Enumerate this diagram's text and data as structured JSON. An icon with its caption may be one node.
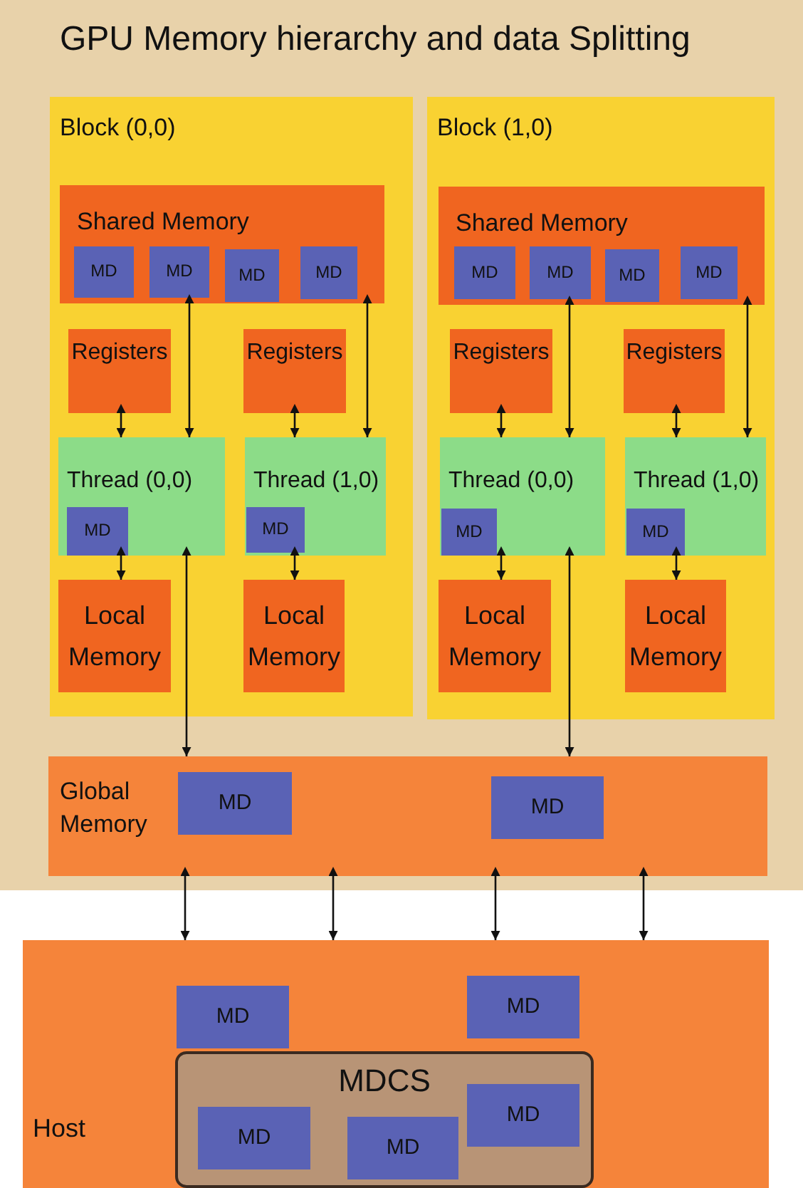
{
  "diagram": {
    "nodes": [
      {
        "text": [
          "GPU Memory hierarchy and data Splitting"
        ]
      },
      {
        "text": [
          "Block (0,0)"
        ],
        "in": 0
      },
      {
        "text": [
          "Shared Memory"
        ],
        "in": 1
      },
      {
        "text": [
          "MD"
        ],
        "in": 2
      },
      {
        "text": [
          "MD"
        ],
        "in": 2
      },
      {
        "text": [
          "MD"
        ],
        "in": 2
      },
      {
        "text": [
          "MD"
        ],
        "in": 2
      },
      {
        "text": [
          "Registers"
        ],
        "in": 1
      },
      {
        "text": [
          "Registers"
        ],
        "in": 1
      },
      {
        "text": [
          "Thread (0,0)"
        ],
        "in": 1
      },
      {
        "text": [
          "MD"
        ],
        "in": 9
      },
      {
        "text": [
          "Thread (1,0)"
        ],
        "in": 1
      },
      {
        "text": [
          "MD"
        ],
        "in": 11
      },
      {
        "text": [
          "Local Memory"
        ],
        "in": 1
      },
      {
        "text": [
          "Local Memory"
        ],
        "in": 1
      },
      {
        "text": [
          "Block (1,0)"
        ],
        "in": 0
      },
      {
        "text": [
          "Shared Memory"
        ],
        "in": 15
      },
      {
        "text": [
          "MD"
        ],
        "in": 16
      },
      {
        "text": [
          "MD"
        ],
        "in": 16
      },
      {
        "text": [
          "MD"
        ],
        "in": 16
      },
      {
        "text": [
          "MD"
        ],
        "in": 16
      },
      {
        "text": [
          "Registers"
        ],
        "in": 15
      },
      {
        "text": [
          "Registers"
        ],
        "in": 15
      },
      {
        "text": [
          "Thread (0,0)"
        ],
        "in": 15
      },
      {
        "text": [
          "MD"
        ],
        "in": 23
      },
      {
        "text": [
          "Thread (1,0)"
        ],
        "in": 15
      },
      {
        "text": [
          "MD"
        ],
        "in": 25
      },
      {
        "text": [
          "Local Memory"
        ],
        "in": 15
      },
      {
        "text": [
          "Local Memory"
        ],
        "in": 15
      },
      {
        "text": [
          "Global Memory"
        ],
        "in": 0
      },
      {
        "text": [
          "MD"
        ],
        "in": 29
      },
      {
        "text": [
          "MD"
        ],
        "in": 29
      },
      {
        "text": [
          "Host"
        ]
      },
      {
        "text": [
          "MD"
        ],
        "in": 32
      },
      {
        "text": [
          "MD"
        ],
        "in": 32
      },
      {
        "text": [
          "MDCS"
        ],
        "in": 32
      },
      {
        "text": [
          "MD"
        ],
        "in": 35
      },
      {
        "text": [
          "MD"
        ],
        "in": 35
      },
      {
        "text": [
          "MD"
        ],
        "in": 35
      }
    ],
    "edges": [
      {
        "from": 7,
        "to": 9,
        "arrow": "both"
      },
      {
        "from": 2,
        "to": 9,
        "arrow": "both"
      },
      {
        "from": 8,
        "to": 11,
        "arrow": "both"
      },
      {
        "from": 2,
        "to": 11,
        "arrow": "both"
      },
      {
        "from": 9,
        "to": 13,
        "arrow": "both"
      },
      {
        "from": 11,
        "to": 14,
        "arrow": "both"
      },
      {
        "from": 9,
        "to": 29,
        "arrow": "both"
      },
      {
        "from": 21,
        "to": 23,
        "arrow": "both"
      },
      {
        "from": 16,
        "to": 23,
        "arrow": "both"
      },
      {
        "from": 22,
        "to": 25,
        "arrow": "both"
      },
      {
        "from": 16,
        "to": 25,
        "arrow": "both"
      },
      {
        "from": 23,
        "to": 27,
        "arrow": "both"
      },
      {
        "from": 25,
        "to": 28,
        "arrow": "both"
      },
      {
        "from": 23,
        "to": 29,
        "arrow": "both"
      },
      {
        "from": 29,
        "to": 32,
        "arrow": "both"
      },
      {
        "from": 29,
        "to": 32,
        "arrow": "both"
      },
      {
        "from": 29,
        "to": 32,
        "arrow": "both"
      },
      {
        "from": 29,
        "to": 32,
        "arrow": "both"
      }
    ]
  }
}
